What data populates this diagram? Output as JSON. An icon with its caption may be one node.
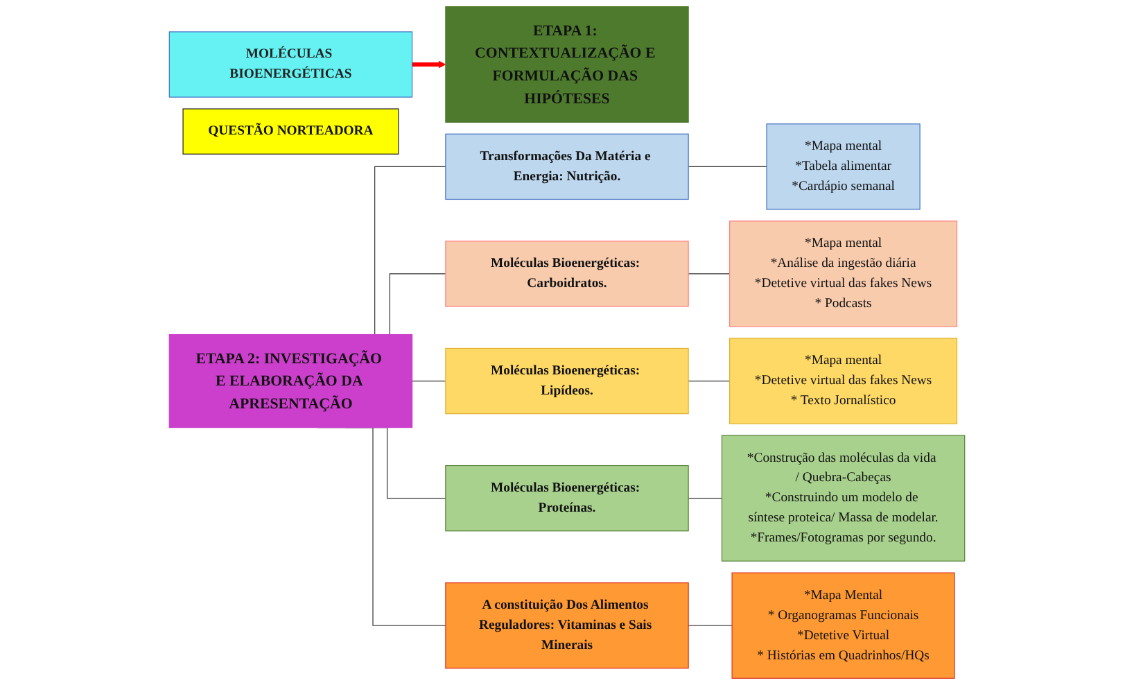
{
  "diagram": {
    "nodes": [
      {
        "text": [
          "MOLÉCULAS BIOENERGÉTICAS"
        ]
      },
      {
        "text": [
          "QUESTÃO NORTEADORA"
        ]
      },
      {
        "text": [
          "ETAPA 1: CONTEXTUALIZAÇÃO E FORMULAÇÃO DAS HIPÓTESES"
        ]
      },
      {
        "text": [
          "ETAPA 2: INVESTIGAÇÃO E ELABORAÇÃO DA APRESENTAÇÃO"
        ]
      },
      {
        "text": [
          "Transformações Da Matéria e Energia: Nutrição."
        ]
      },
      {
        "text": [
          "Moléculas Bioenergéticas: Carboidratos."
        ]
      },
      {
        "text": [
          "Moléculas Bioenergéticas: Lipídeos."
        ]
      },
      {
        "text": [
          "Moléculas Bioenergéticas: Proteínas."
        ]
      },
      {
        "text": [
          "A constituição Dos Alimentos Reguladores: Vitaminas e Sais Minerais"
        ]
      },
      {
        "text": [
          "*Mapa mental",
          "*Tabela alimentar",
          "*Cardápio semanal"
        ]
      },
      {
        "text": [
          "*Mapa mental",
          "*Análise da ingestão diária",
          "*Detetive virtual das fakes News",
          "* Podcasts"
        ]
      },
      {
        "text": [
          "*Mapa mental",
          "*Detetive virtual das fakes News",
          "* Texto Jornalístico"
        ]
      },
      {
        "text": [
          "*Construção das moléculas da vida / Quebra-Cabeças",
          "*Construindo um modelo de síntese proteica/ Massa de modelar.",
          "*Frames/Fotogramas por segundo."
        ]
      },
      {
        "text": [
          "*Mapa Mental",
          "* Organogramas Funcionais",
          "*Detetive Virtual",
          "* Histórias em Quadrinhos/HQs"
        ]
      }
    ],
    "edges": [
      {
        "from": 0,
        "to": 2,
        "arrow": "to",
        "style": "thick",
        "color": "#ff0000"
      },
      {
        "from": 3,
        "to": 4,
        "arrow": "none"
      },
      {
        "from": 3,
        "to": 5,
        "arrow": "none"
      },
      {
        "from": 3,
        "to": 6,
        "arrow": "none"
      },
      {
        "from": 3,
        "to": 7,
        "arrow": "none"
      },
      {
        "from": 3,
        "to": 8,
        "arrow": "none"
      },
      {
        "from": 4,
        "to": 9,
        "arrow": "none"
      },
      {
        "from": 5,
        "to": 10,
        "arrow": "none"
      },
      {
        "from": 6,
        "to": 11,
        "arrow": "none"
      },
      {
        "from": 7,
        "to": 12,
        "arrow": "none"
      },
      {
        "from": 8,
        "to": 13,
        "arrow": "none"
      }
    ]
  }
}
